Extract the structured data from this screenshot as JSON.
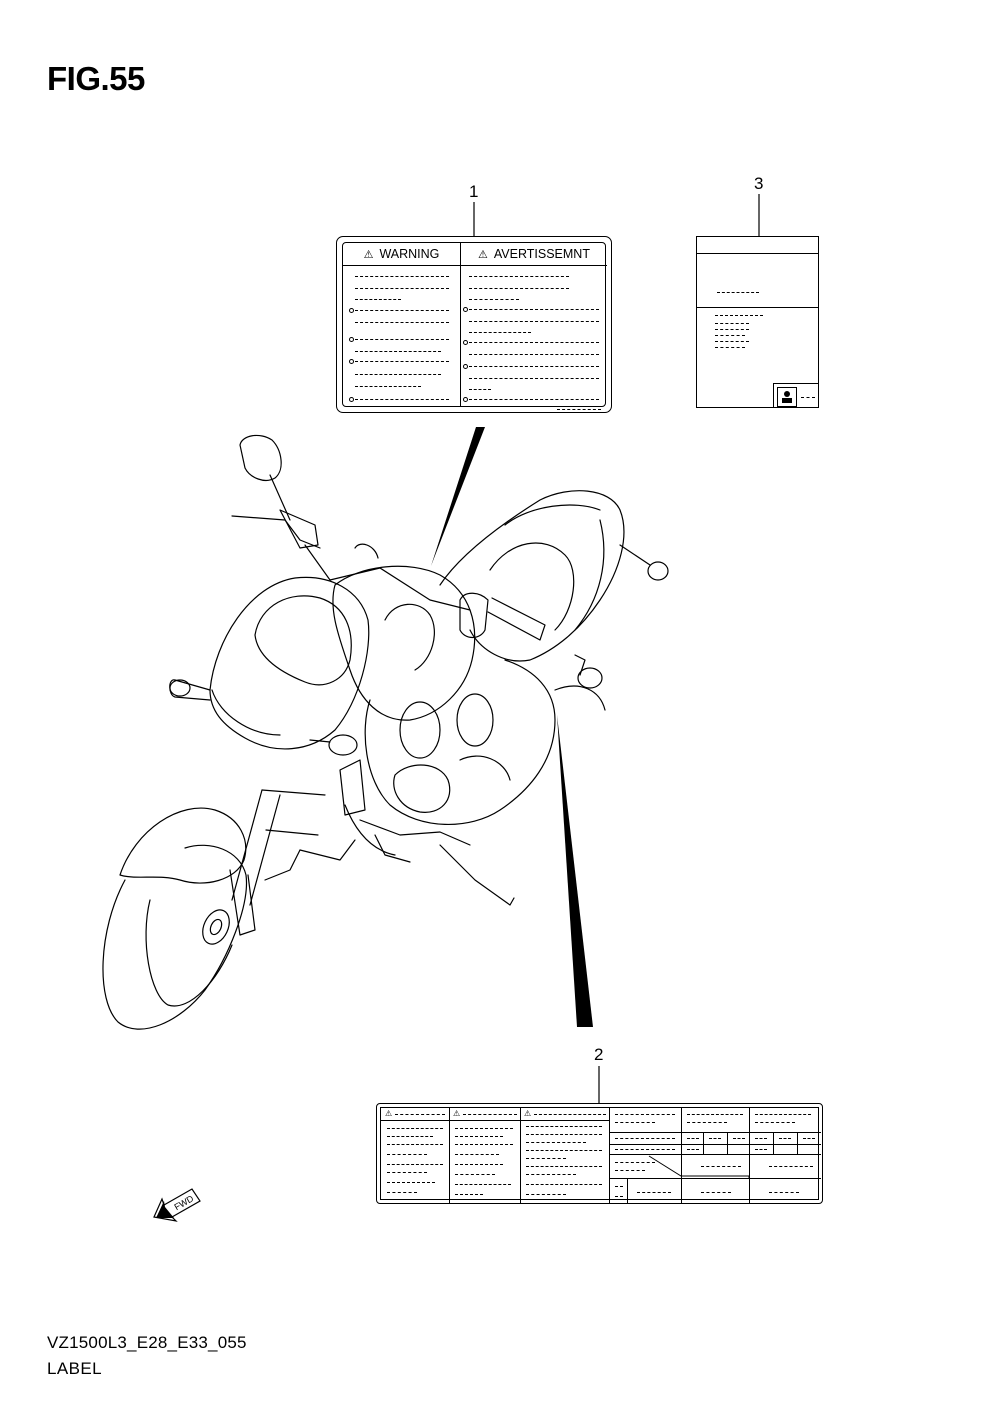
{
  "figure": {
    "title": "FIG.55",
    "model_code": "VZ1500L3_E28_E33_055",
    "section_name": "LABEL"
  },
  "callouts": [
    "1",
    "2",
    "3"
  ],
  "label_1": {
    "left_heading": "WARNING",
    "right_heading": "AVERTISSEMNT"
  },
  "icons": [
    "warning-triangle-icon",
    "owner-manual-person-icon",
    "fwd-arrow-icon"
  ],
  "fwd_arrow": {
    "text": "FWD"
  },
  "colors": {
    "line": "#000000",
    "background": "#ffffff"
  }
}
